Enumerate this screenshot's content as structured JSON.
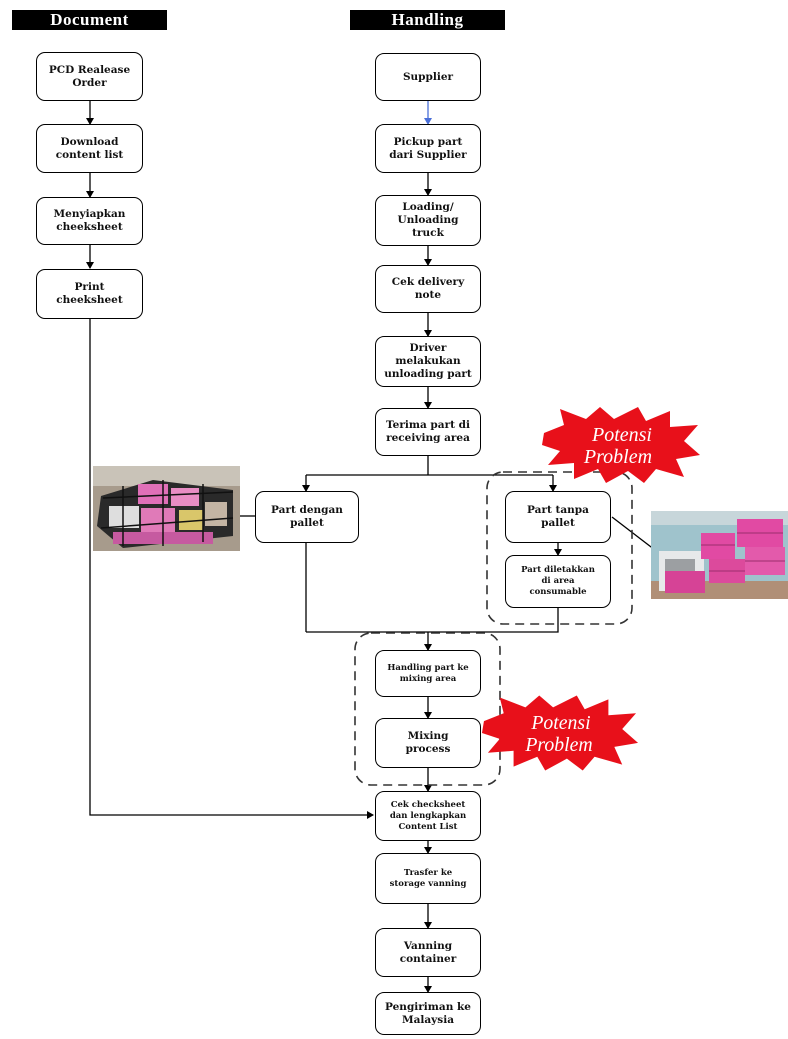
{
  "headers": {
    "document": "Document",
    "handling": "Handling"
  },
  "document_steps": [
    "PCD Realease\nOrder",
    "Download\ncontent list",
    "Menyiapkan\ncheeksheet",
    "Print\ncheeksheet"
  ],
  "handling_steps": [
    "Supplier",
    "Pickup part\ndari Supplier",
    "Loading/\nUnloading\ntruck",
    "Cek delivery\nnote",
    "Driver\nmelakukan\nunloading part",
    "Terima part di\nreceiving area"
  ],
  "branch": {
    "with_pallet": "Part dengan\npallet",
    "without_pallet": "Part tanpa\npallet",
    "placed_consumable": "Part diletakkan\ndi area\nconsumable"
  },
  "process": {
    "handling_mixing": "Handling part ke\nmixing area",
    "mixing": "Mixing\nprocess"
  },
  "final_steps": [
    "Cek checksheet\ndan lengkapkan\nContent List",
    "Trasfer ke\nstorage vanning",
    "Vanning\ncontainer",
    "Pengiriman ke\nMalaysia"
  ],
  "potensi_label": "Potensi\nProblem",
  "colors": {
    "burst": "#e8101a",
    "header_bg": "#000000",
    "supplier_arrow": "#4a6fd8",
    "pink_box": "#e14aa3"
  }
}
